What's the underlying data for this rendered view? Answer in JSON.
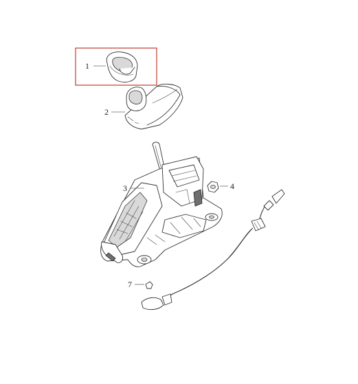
{
  "callouts": [
    {
      "id": "1",
      "label": "1"
    },
    {
      "id": "2",
      "label": "2"
    },
    {
      "id": "3",
      "label": "3"
    },
    {
      "id": "4",
      "label": "4"
    },
    {
      "id": "7",
      "label": "7"
    }
  ],
  "colors": {
    "highlight": "#c0392b",
    "line": "#333333",
    "shade": "#d9d9d9"
  }
}
